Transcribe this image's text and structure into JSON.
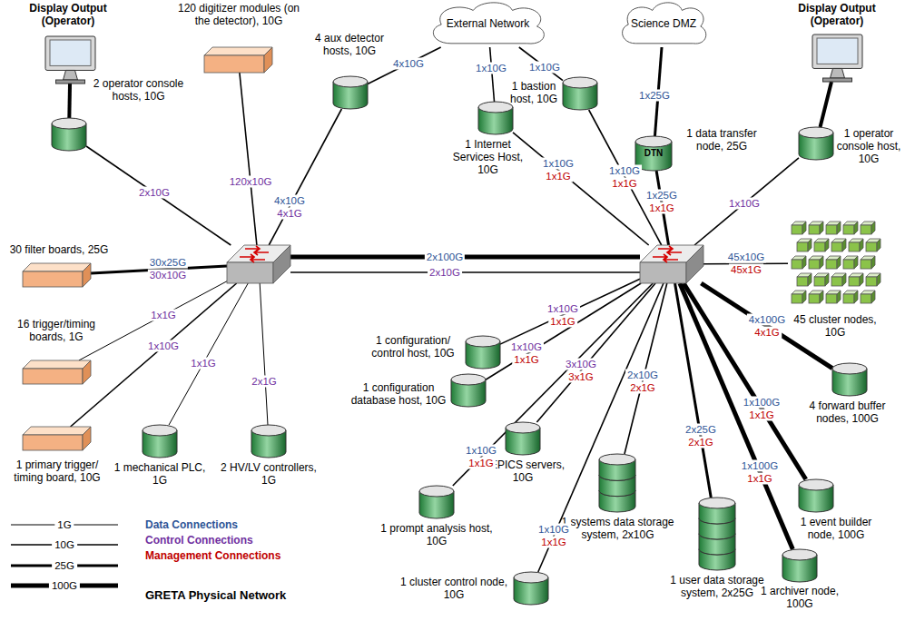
{
  "diagram": {
    "caption": "GRETA Physical Network",
    "nodes": [
      {
        "text": [
          "Display Output (Operator)"
        ]
      },
      {
        "text": [
          "120 digitizer modules (on the detector), 10G"
        ]
      },
      {
        "text": [
          "2 operator console hosts, 10G"
        ]
      },
      {
        "text": [
          "4 aux detector hosts, 10G"
        ]
      },
      {
        "text": [
          "External Network"
        ]
      },
      {
        "text": [
          "Science DMZ"
        ]
      },
      {
        "text": [
          "Display Output (Operator)"
        ]
      },
      {
        "text": [
          "1 bastion host, 10G"
        ]
      },
      {
        "text": [
          "1 Internet Services Host, 10G"
        ]
      },
      {
        "text": [
          "DTN",
          "1 data transfer node, 25G"
        ]
      },
      {
        "text": [
          "1 operator console host, 10G"
        ]
      },
      {
        "text": [
          "30 filter boards, 25G"
        ]
      },
      {
        "text": []
      },
      {
        "text": []
      },
      {
        "text": [
          "45 cluster nodes, 10G"
        ]
      },
      {
        "text": [
          "16 trigger/timing boards, 1G"
        ]
      },
      {
        "text": [
          "1 configuration/ control host, 10G"
        ]
      },
      {
        "text": [
          "1 configuration database host, 10G"
        ]
      },
      {
        "text": [
          "1 primary trigger/ timing board, 10G"
        ]
      },
      {
        "text": [
          "1 mechanical PLC, 1G"
        ]
      },
      {
        "text": [
          "2 HV/LV controllers, 1G"
        ]
      },
      {
        "text": [
          "3 EPICS servers, 10G"
        ]
      },
      {
        "text": [
          "4 forward buffer nodes, 100G"
        ]
      },
      {
        "text": [
          "1 prompt analysis host, 10G"
        ]
      },
      {
        "text": [
          "1 systems data storage system, 2x10G"
        ]
      },
      {
        "text": [
          "1 event builder node, 100G"
        ]
      },
      {
        "text": [
          "1 cluster control node, 10G"
        ]
      },
      {
        "text": [
          "1 user data storage system, 2x25G"
        ]
      },
      {
        "text": [
          "1 archiver node, 100G"
        ]
      }
    ],
    "edges": [
      {
        "from": 0,
        "to": 2,
        "arrow": "none"
      },
      {
        "from": 6,
        "to": 10,
        "arrow": "none"
      },
      {
        "from": 1,
        "to": 12,
        "arrow": "none",
        "label": "120x10G"
      },
      {
        "from": 2,
        "to": 12,
        "arrow": "none",
        "label": "2x10G"
      },
      {
        "from": 3,
        "to": 12,
        "arrow": "none",
        "label": "4x10G"
      },
      {
        "from": 3,
        "to": 4,
        "arrow": "none",
        "label": "4x10G"
      },
      {
        "from": 11,
        "to": 12,
        "arrow": "none",
        "label": "30x25G"
      },
      {
        "from": 15,
        "to": 12,
        "arrow": "none",
        "label": "1x1G"
      },
      {
        "from": 18,
        "to": 12,
        "arrow": "none",
        "label": "1x10G"
      },
      {
        "from": 19,
        "to": 12,
        "arrow": "none",
        "label": "1x1G"
      },
      {
        "from": 20,
        "to": 12,
        "arrow": "none",
        "label": "2x1G"
      },
      {
        "from": 12,
        "to": 13,
        "arrow": "none",
        "label": "2x100G"
      },
      {
        "from": 12,
        "to": 13,
        "arrow": "none",
        "label": "2x10G"
      },
      {
        "from": 8,
        "to": 4,
        "arrow": "none",
        "label": "1x10G"
      },
      {
        "from": 7,
        "to": 4,
        "arrow": "none",
        "label": "1x10G"
      },
      {
        "from": 9,
        "to": 5,
        "arrow": "none",
        "label": "1x25G"
      },
      {
        "from": 8,
        "to": 13,
        "arrow": "none",
        "label": "1x10G"
      },
      {
        "from": 7,
        "to": 13,
        "arrow": "none",
        "label": "1x10G"
      },
      {
        "from": 9,
        "to": 13,
        "arrow": "none",
        "label": "1x25G"
      },
      {
        "from": 10,
        "to": 13,
        "arrow": "none",
        "label": "1x10G"
      },
      {
        "from": 14,
        "to": 13,
        "arrow": "none",
        "label": "45x10G"
      },
      {
        "from": 22,
        "to": 13,
        "arrow": "none",
        "label": "4x100G"
      },
      {
        "from": 16,
        "to": 13,
        "arrow": "none",
        "label": "1x10G"
      },
      {
        "from": 17,
        "to": 13,
        "arrow": "none",
        "label": "1x10G"
      },
      {
        "from": 21,
        "to": 13,
        "arrow": "none",
        "label": "3x10G"
      },
      {
        "from": 23,
        "to": 13,
        "arrow": "none",
        "label": "1x10G"
      },
      {
        "from": 24,
        "to": 13,
        "arrow": "none",
        "label": "2x10G"
      },
      {
        "from": 26,
        "to": 13,
        "arrow": "none",
        "label": "1x10G"
      },
      {
        "from": 27,
        "to": 13,
        "arrow": "none",
        "label": "2x25G"
      },
      {
        "from": 25,
        "to": 13,
        "arrow": "none",
        "label": "1x100G"
      },
      {
        "from": 28,
        "to": 13,
        "arrow": "none",
        "label": "1x100G"
      }
    ],
    "labels": [
      "4x1G",
      "30x10G",
      "1x1G",
      "1x1G",
      "1x1G",
      "45x1G",
      "4x1G",
      "1x1G",
      "1x1G",
      "3x1G",
      "1x1G",
      "2x1G",
      "1x1G",
      "2x1G",
      "1x1G",
      "1x1G",
      "Data Connections",
      "Control Connections",
      "Management Connections"
    ],
    "legend": [
      {
        "text": "1G"
      },
      {
        "text": "10G"
      },
      {
        "text": "25G"
      },
      {
        "text": "100G"
      }
    ]
  }
}
